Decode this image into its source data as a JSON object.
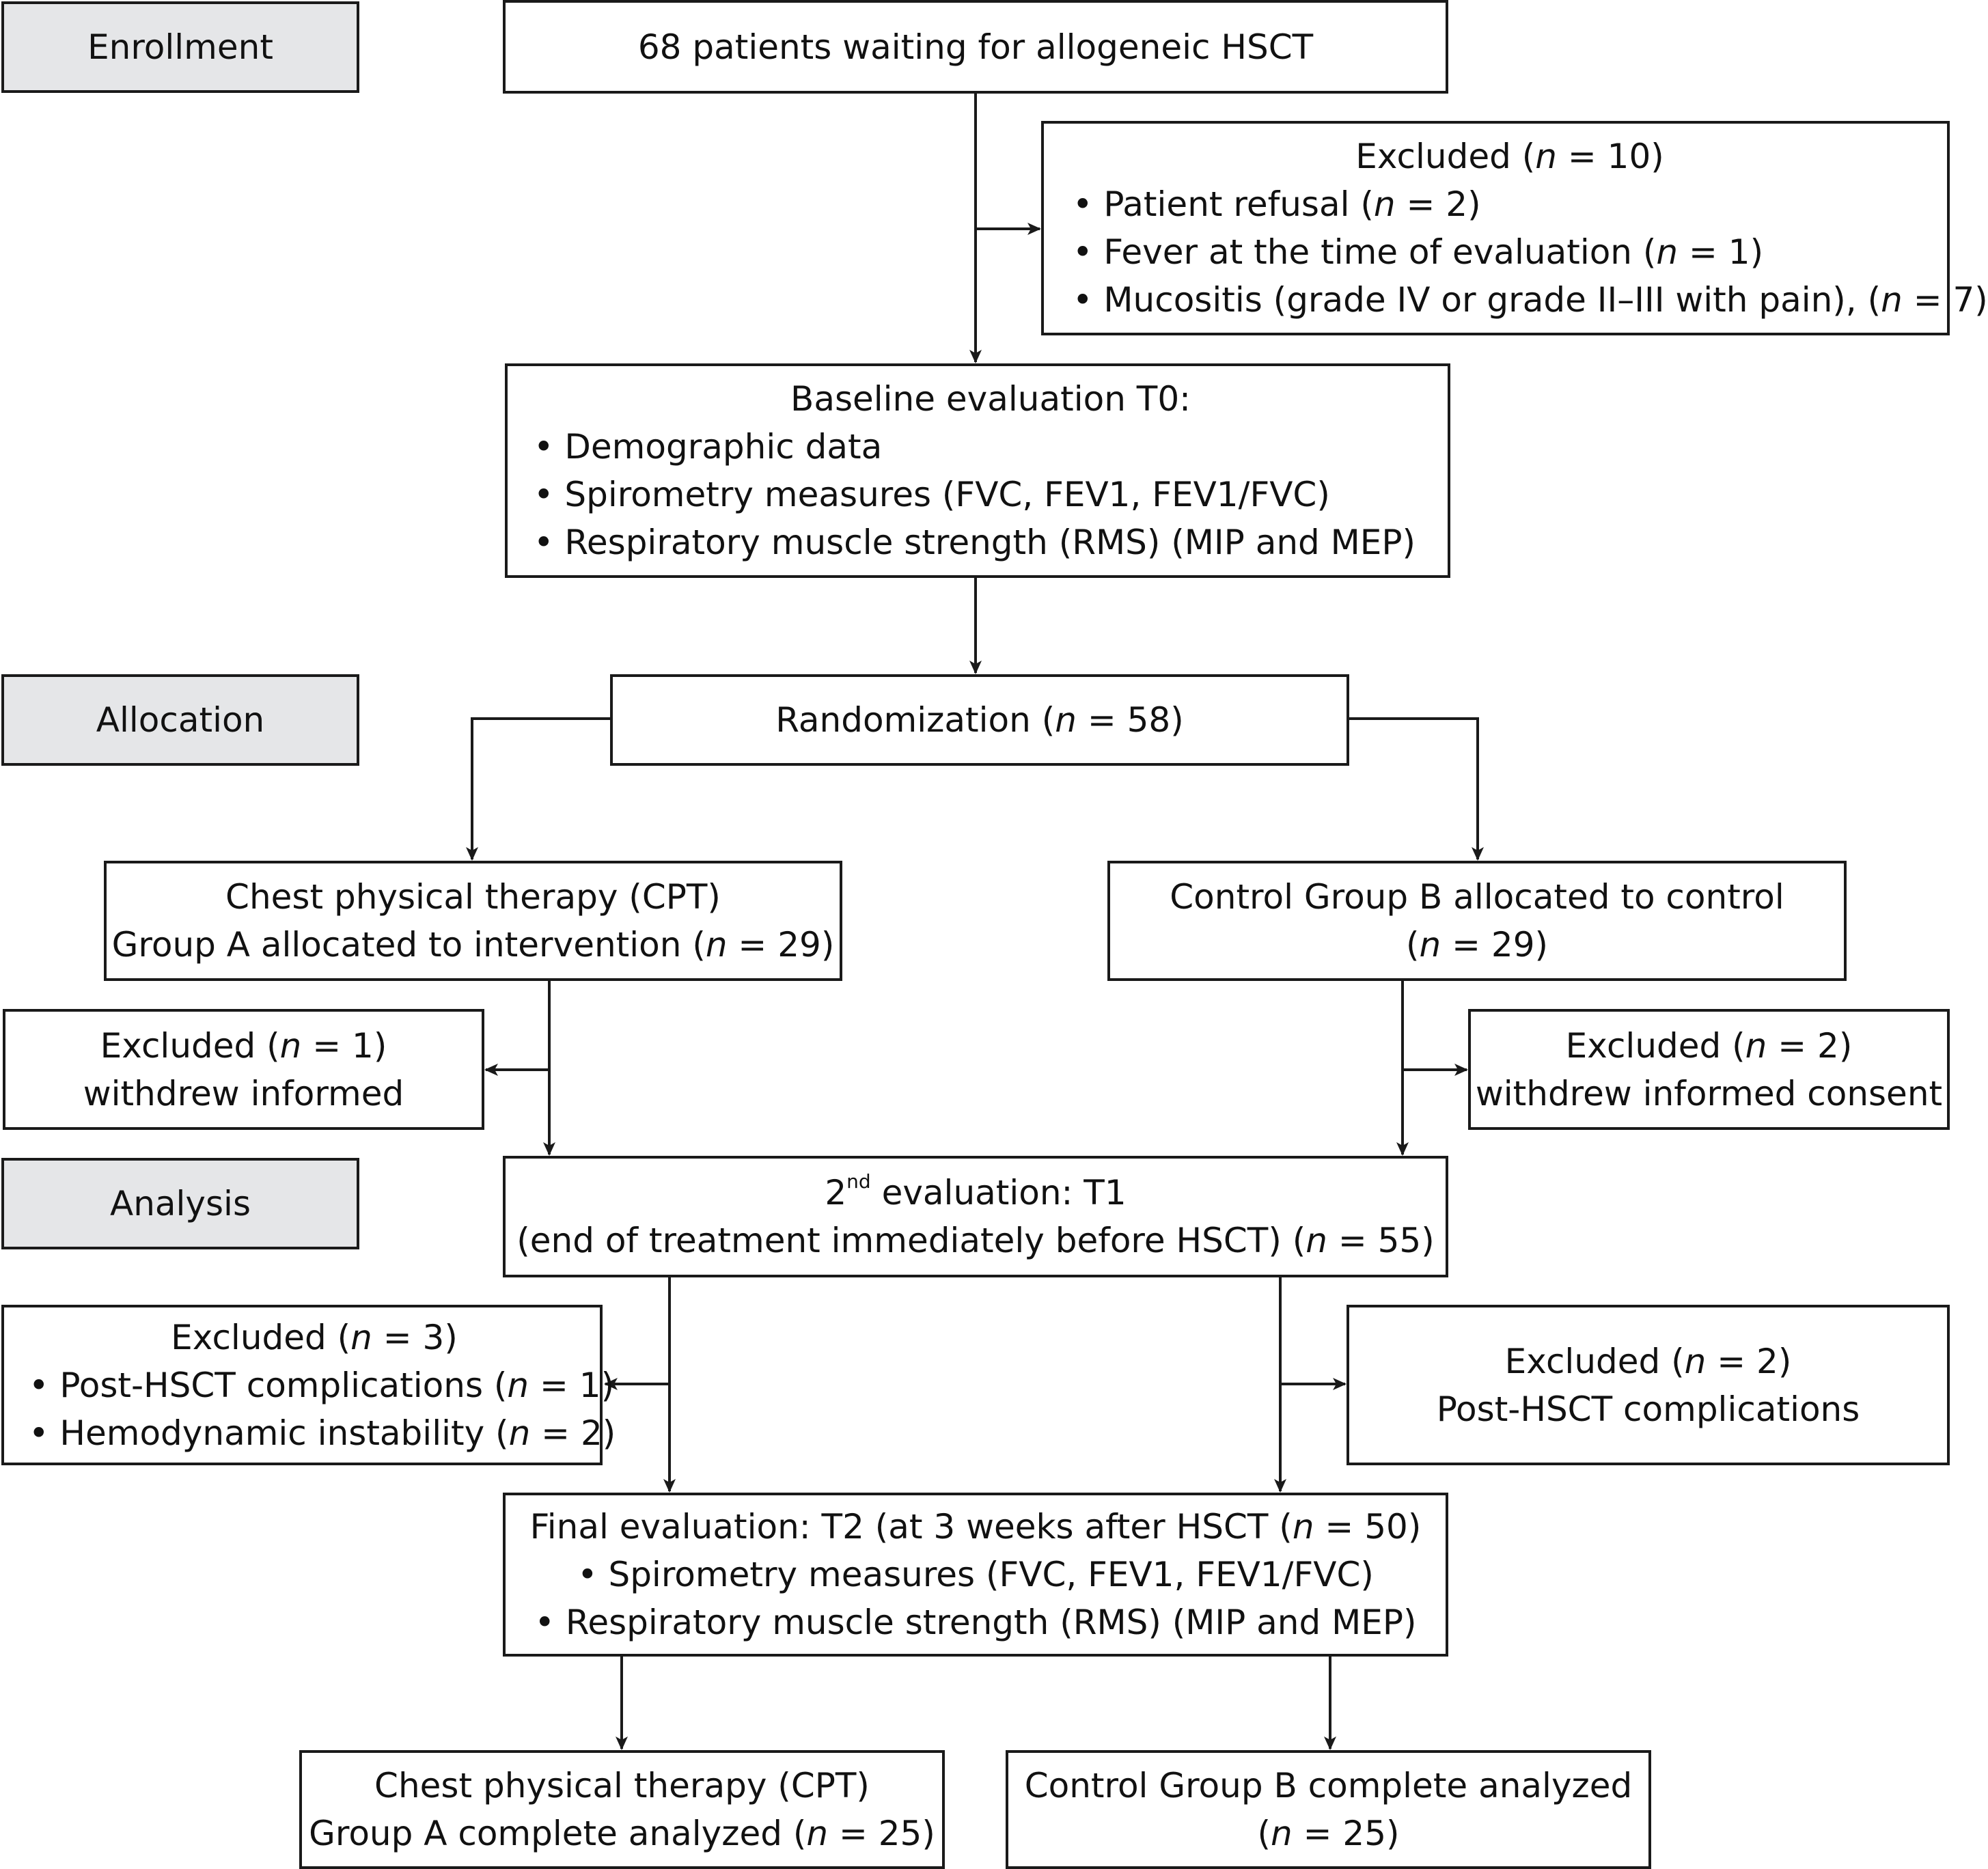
{
  "stages": {
    "enrollment": "Enrollment",
    "allocation": "Allocation",
    "analysis": "Analysis"
  },
  "enroll": {
    "text": "68 patients waiting for allogeneic HSCT"
  },
  "excluded1": {
    "title_pre": "Excluded (",
    "title_post": " = 10)",
    "items": [
      {
        "pre": "Patient refusal (",
        "post": " = 2)"
      },
      {
        "pre": "Fever at the time of evaluation (",
        "post": " = 1)"
      },
      {
        "pre": "Mucositis (grade IV or grade II–III with pain), (",
        "post": " = 7)"
      }
    ]
  },
  "baseline": {
    "title": "Baseline evaluation T0:",
    "items": [
      "Demographic data",
      "Spirometry measures (FVC, FEV1, FEV1/FVC)",
      "Respiratory muscle strength (RMS) (MIP and MEP)"
    ]
  },
  "randomization": {
    "pre": "Randomization (",
    "post": " = 58)"
  },
  "groupA": {
    "line1": "Chest physical therapy (CPT)",
    "line2_pre": "Group A allocated to intervention (",
    "line2_post": " = 29)"
  },
  "groupB": {
    "line1": "Control Group B allocated to control",
    "line2_pre": "(",
    "line2_post": " = 29)"
  },
  "excludedA": {
    "line1_pre": "Excluded (",
    "line1_post": " = 1)",
    "line2": "withdrew informed"
  },
  "excludedB": {
    "line1_pre": "Excluded (",
    "line1_post": " = 2)",
    "line2": "withdrew informed consent"
  },
  "second_eval": {
    "num": "2",
    "sup": "nd",
    "line1_rest": " evaluation: T1",
    "line2_pre": "(end of treatment immediately before HSCT) (",
    "line2_post": " = 55)"
  },
  "excludedC": {
    "title_pre": "Excluded (",
    "title_post": " = 3)",
    "items": [
      {
        "pre": "Post-HSCT complications (",
        "post": " = 1)"
      },
      {
        "pre": "Hemodynamic instability (",
        "post": " = 2)"
      }
    ]
  },
  "excludedD": {
    "line1_pre": "Excluded (",
    "line1_post": " = 2)",
    "line2": "Post-HSCT complications"
  },
  "final_eval": {
    "title_pre": "Final evaluation: T2 (at 3 weeks after HSCT (",
    "title_post": " = 50)",
    "items": [
      "Spirometry measures (FVC, FEV1, FEV1/FVC)",
      "Respiratory muscle strength (RMS) (MIP and MEP)"
    ]
  },
  "finalA": {
    "line1": "Chest physical therapy (CPT)",
    "line2_pre": "Group A complete analyzed (",
    "line2_post": " = 25)"
  },
  "finalB": {
    "line1": "Control Group B complete analyzed",
    "line2_pre": "(",
    "line2_post": " = 25)"
  },
  "n_symbol": "n"
}
